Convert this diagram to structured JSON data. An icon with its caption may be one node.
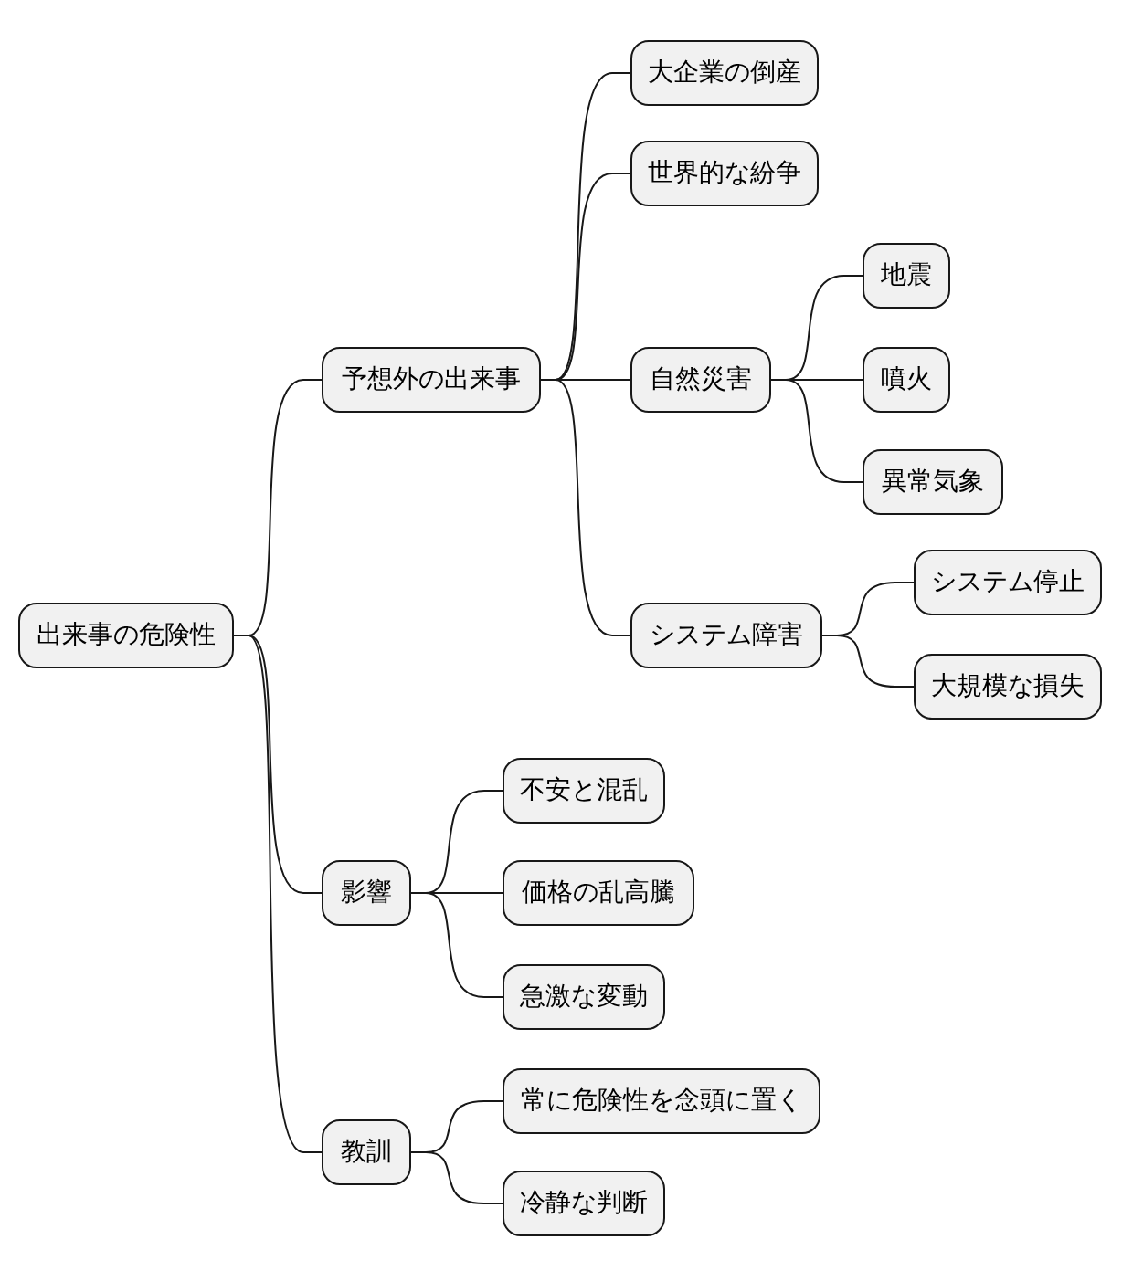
{
  "diagram": {
    "nodes": [
      {
        "text": [
          "出来事の危険性"
        ]
      },
      {
        "text": [
          "予想外の出来事"
        ]
      },
      {
        "text": [
          "大企業の倒産"
        ]
      },
      {
        "text": [
          "世界的な紛争"
        ]
      },
      {
        "text": [
          "自然災害"
        ]
      },
      {
        "text": [
          "地震"
        ]
      },
      {
        "text": [
          "噴火"
        ]
      },
      {
        "text": [
          "異常気象"
        ]
      },
      {
        "text": [
          "システム障害"
        ]
      },
      {
        "text": [
          "システム停止"
        ]
      },
      {
        "text": [
          "大規模な損失"
        ]
      },
      {
        "text": [
          "影響"
        ]
      },
      {
        "text": [
          "不安と混乱"
        ]
      },
      {
        "text": [
          "価格の乱高騰"
        ]
      },
      {
        "text": [
          "急激な変動"
        ]
      },
      {
        "text": [
          "教訓"
        ]
      },
      {
        "text": [
          "常に危険性を念頭に置く"
        ]
      },
      {
        "text": [
          "冷静な判断"
        ]
      }
    ],
    "edges": [
      {
        "from": 0,
        "to": 1,
        "arrow": "none"
      },
      {
        "from": 1,
        "to": 2,
        "arrow": "none"
      },
      {
        "from": 1,
        "to": 3,
        "arrow": "none"
      },
      {
        "from": 1,
        "to": 4,
        "arrow": "none"
      },
      {
        "from": 4,
        "to": 5,
        "arrow": "none"
      },
      {
        "from": 4,
        "to": 6,
        "arrow": "none"
      },
      {
        "from": 4,
        "to": 7,
        "arrow": "none"
      },
      {
        "from": 1,
        "to": 8,
        "arrow": "none"
      },
      {
        "from": 8,
        "to": 9,
        "arrow": "none"
      },
      {
        "from": 8,
        "to": 10,
        "arrow": "none"
      },
      {
        "from": 0,
        "to": 11,
        "arrow": "none"
      },
      {
        "from": 11,
        "to": 12,
        "arrow": "none"
      },
      {
        "from": 11,
        "to": 13,
        "arrow": "none"
      },
      {
        "from": 11,
        "to": 14,
        "arrow": "none"
      },
      {
        "from": 0,
        "to": 15,
        "arrow": "none"
      },
      {
        "from": 15,
        "to": 16,
        "arrow": "none"
      },
      {
        "from": 15,
        "to": 17,
        "arrow": "none"
      }
    ]
  }
}
